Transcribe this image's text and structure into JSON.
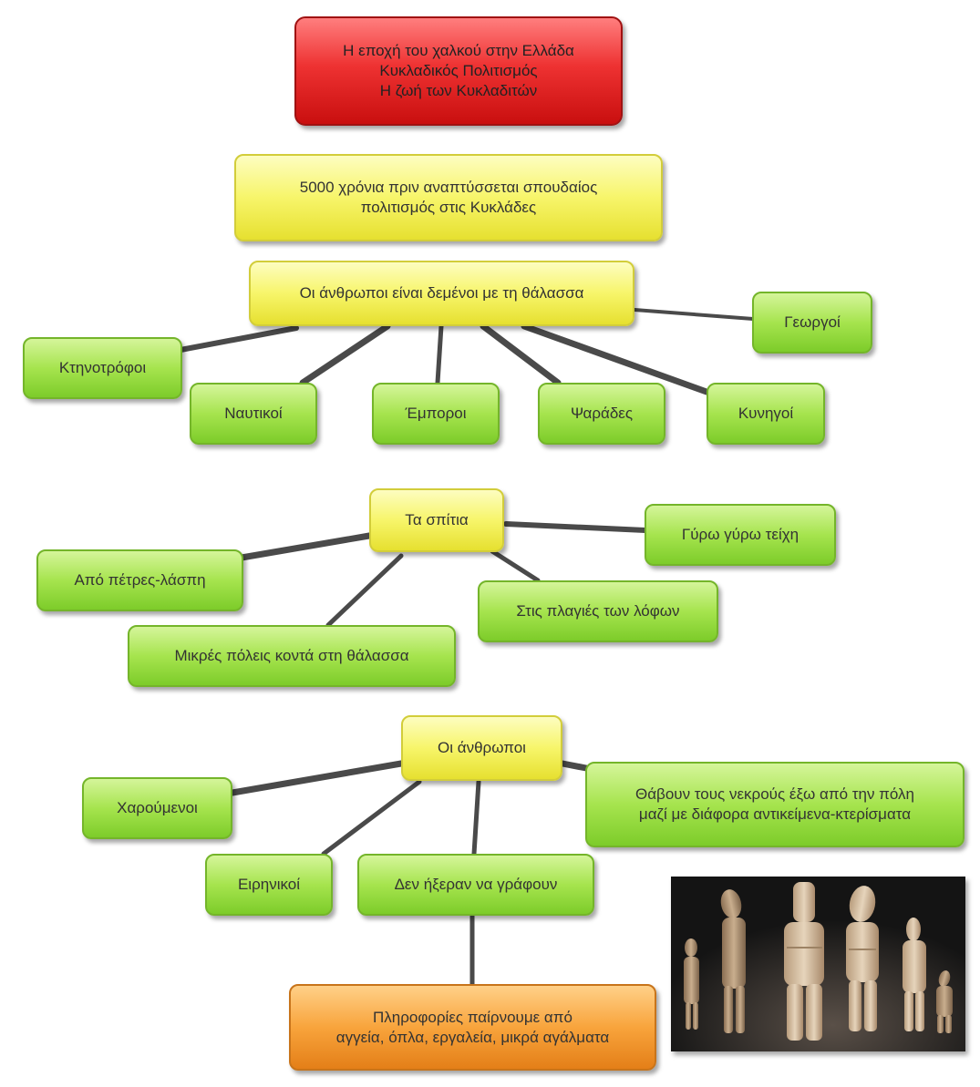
{
  "nodes": {
    "title": "Η εποχή του χαλκού στην Ελλάδα\nΚυκλαδικός Πολιτισμός\nΗ ζωή των Κυκλαδιτών",
    "intro": "5000 χρόνια πριν αναπτύσσεται σπουδαίος\nπολιτισμός στις Κυκλάδες",
    "sea": "Οι άνθρωποι είναι δεμένοι με τη θάλασσα",
    "farmers": "Γεωργοί",
    "herders": "Κτηνοτρόφοι",
    "sailors": "Ναυτικοί",
    "merchants": "Έμποροι",
    "fishers": "Ψαράδες",
    "hunters": "Κυνηγοί",
    "houses": "Τα σπίτια",
    "walls": "Γύρω γύρω τείχη",
    "stones": "Από πέτρες-λάσπη",
    "hills": "Στις πλαγιές των λόφων",
    "towns": "Μικρές πόλεις κοντά στη θάλασσα",
    "people": "Οι άνθρωποι",
    "happy": "Χαρούμενοι",
    "burial": "Θάβουν τους νεκρούς έξω από την πόλη\nμαζί με διάφορα αντικείμενα-κτερίσματα",
    "peaceful": "Ειρηνικοί",
    "nowriting": "Δεν ήξεραν να γράφουν",
    "info": "Πληροφορίες παίρνουμε από\nαγγεία, όπλα, εργαλεία, μικρά αγάλματα"
  },
  "colors": {
    "connector": "#4a4a4a",
    "title_fill": "#ee3232",
    "yellow_fill": "#f7f56a",
    "green_fill": "#a6e44e",
    "orange_fill": "#f8a43c"
  },
  "image": {
    "subject": "cycladic-figurines-photo"
  }
}
